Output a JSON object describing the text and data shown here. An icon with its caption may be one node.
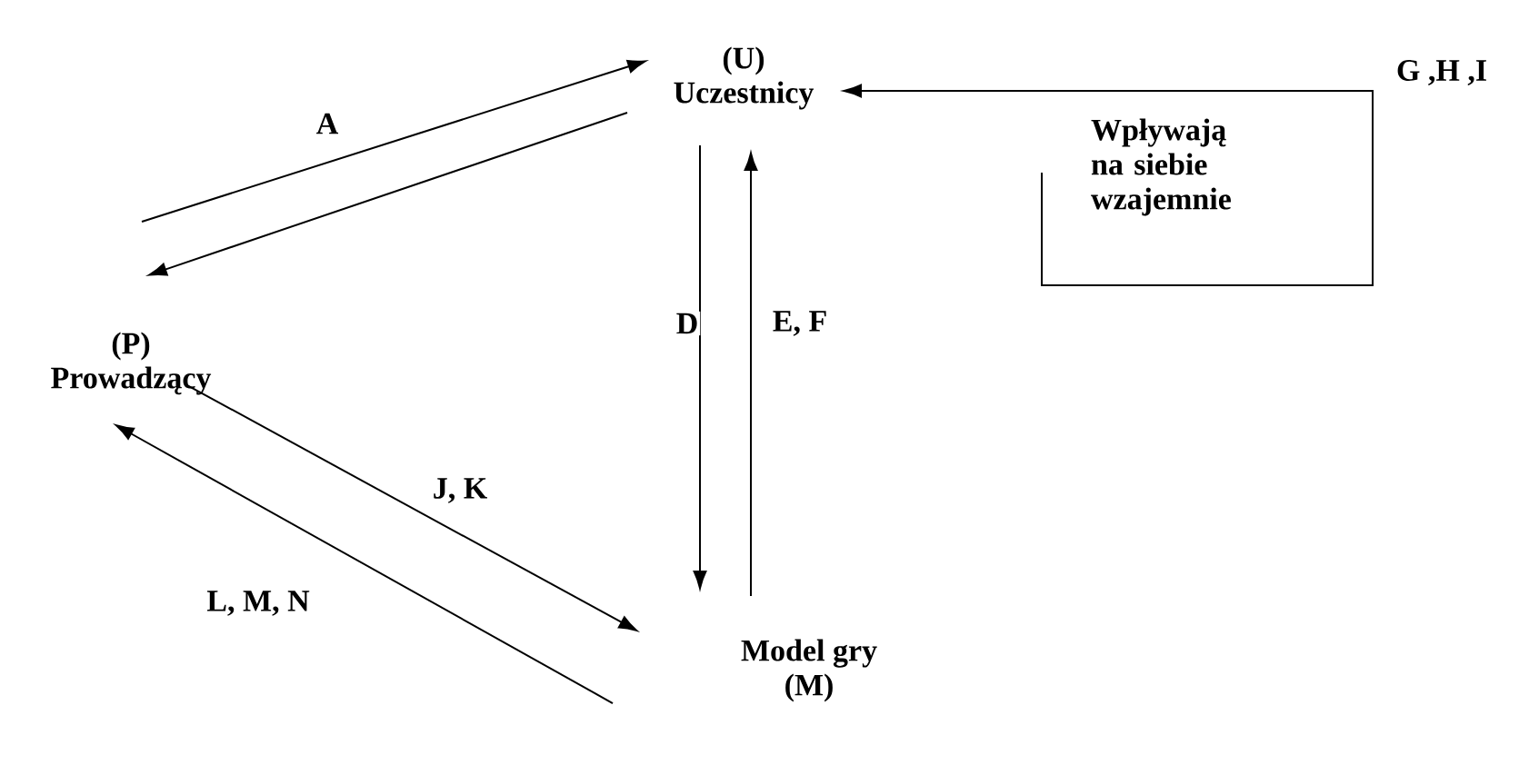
{
  "diagram": {
    "nodes": [
      {
        "text": [
          "(P)",
          "Prowadzący"
        ]
      },
      {
        "text": [
          "(U)",
          "Uczestnicy"
        ]
      },
      {
        "text": [
          "Model gry",
          "(M)"
        ]
      }
    ],
    "edges": [
      {
        "from": 0,
        "to": 1,
        "arrow": "to",
        "label": "A"
      },
      {
        "from": 1,
        "to": 0,
        "arrow": "to"
      },
      {
        "from": 1,
        "to": 2,
        "arrow": "to",
        "label": "D"
      },
      {
        "from": 2,
        "to": 1,
        "arrow": "to",
        "label": "E, F"
      },
      {
        "from": 0,
        "to": 2,
        "arrow": "to",
        "label": "J, K"
      },
      {
        "from": 2,
        "to": 0,
        "arrow": "to",
        "label": "L, M, N"
      },
      {
        "from": null,
        "to": 1,
        "arrow": "to",
        "label": "Wpływają na siebie wzajemnie"
      }
    ],
    "labels": [
      "G ,H ,I"
    ]
  }
}
